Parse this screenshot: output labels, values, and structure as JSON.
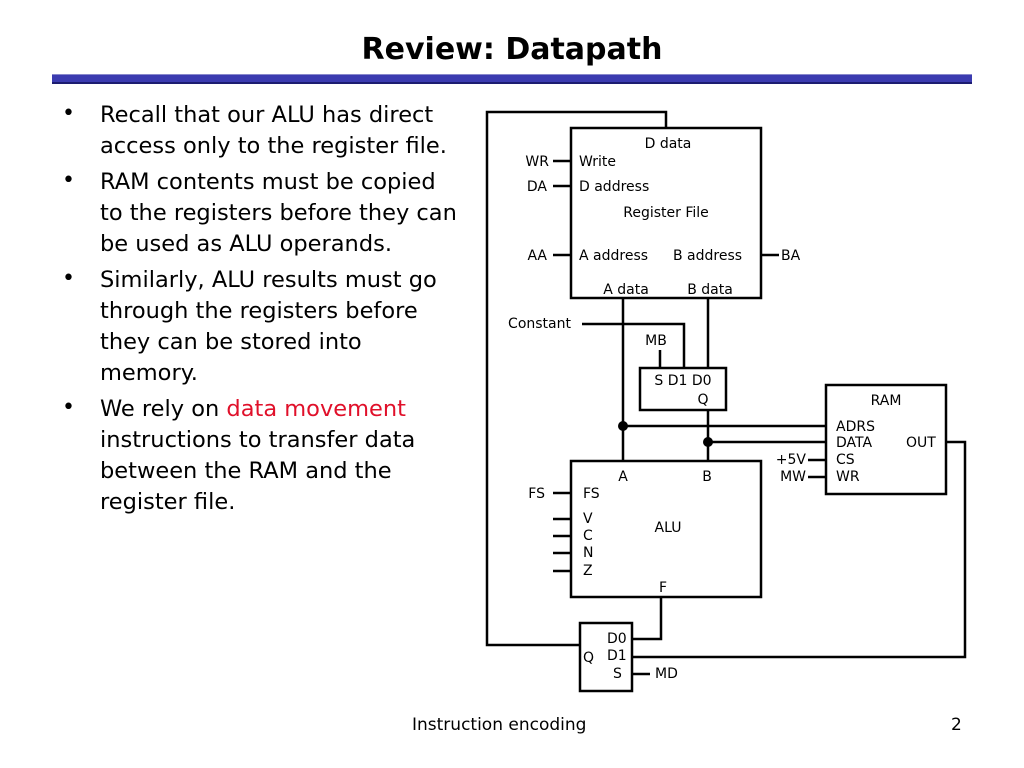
{
  "slide": {
    "title": "Review: Datapath",
    "footer_text": "Instruction encoding",
    "page_number": "2"
  },
  "bullets": [
    {
      "text": "Recall that our ALU has direct access only to the register file."
    },
    {
      "text": "RAM contents must be copied to the registers before they can be used as ALU operands."
    },
    {
      "text": "Similarly, ALU results must go through the registers before they can be stored into memory."
    },
    {
      "text_before": "We rely on ",
      "highlight": "data movement",
      "text_after": " instructions to transfer data between the RAM and the register file.",
      "highlight_color": "#e0102a"
    }
  ],
  "diagram": {
    "register_file": {
      "name": "Register File",
      "d_data": "D data",
      "write": "Write",
      "d_address": "D address",
      "a_address": "A address",
      "b_address": "B address",
      "a_data": "A data",
      "b_data": "B data",
      "wr": "WR",
      "da": "DA",
      "aa": "AA",
      "ba": "BA"
    },
    "constant": "Constant",
    "mux_b": {
      "mb": "MB",
      "inputs": "S D1 D0",
      "q": "Q"
    },
    "ram": {
      "name": "RAM",
      "adrs": "ADRS",
      "data": "DATA",
      "out": "OUT",
      "cs": "CS",
      "wr": "WR",
      "plus5v": "+5V",
      "mw": "MW"
    },
    "alu": {
      "name": "ALU",
      "a": "A",
      "b": "B",
      "fs_in": "FS",
      "fs_ext": "FS",
      "v": "V",
      "c": "C",
      "n": "N",
      "z": "Z",
      "f": "F"
    },
    "mux_d": {
      "d0": "D0",
      "d1": "D1",
      "q": "Q",
      "s": "S",
      "md": "MD"
    }
  }
}
